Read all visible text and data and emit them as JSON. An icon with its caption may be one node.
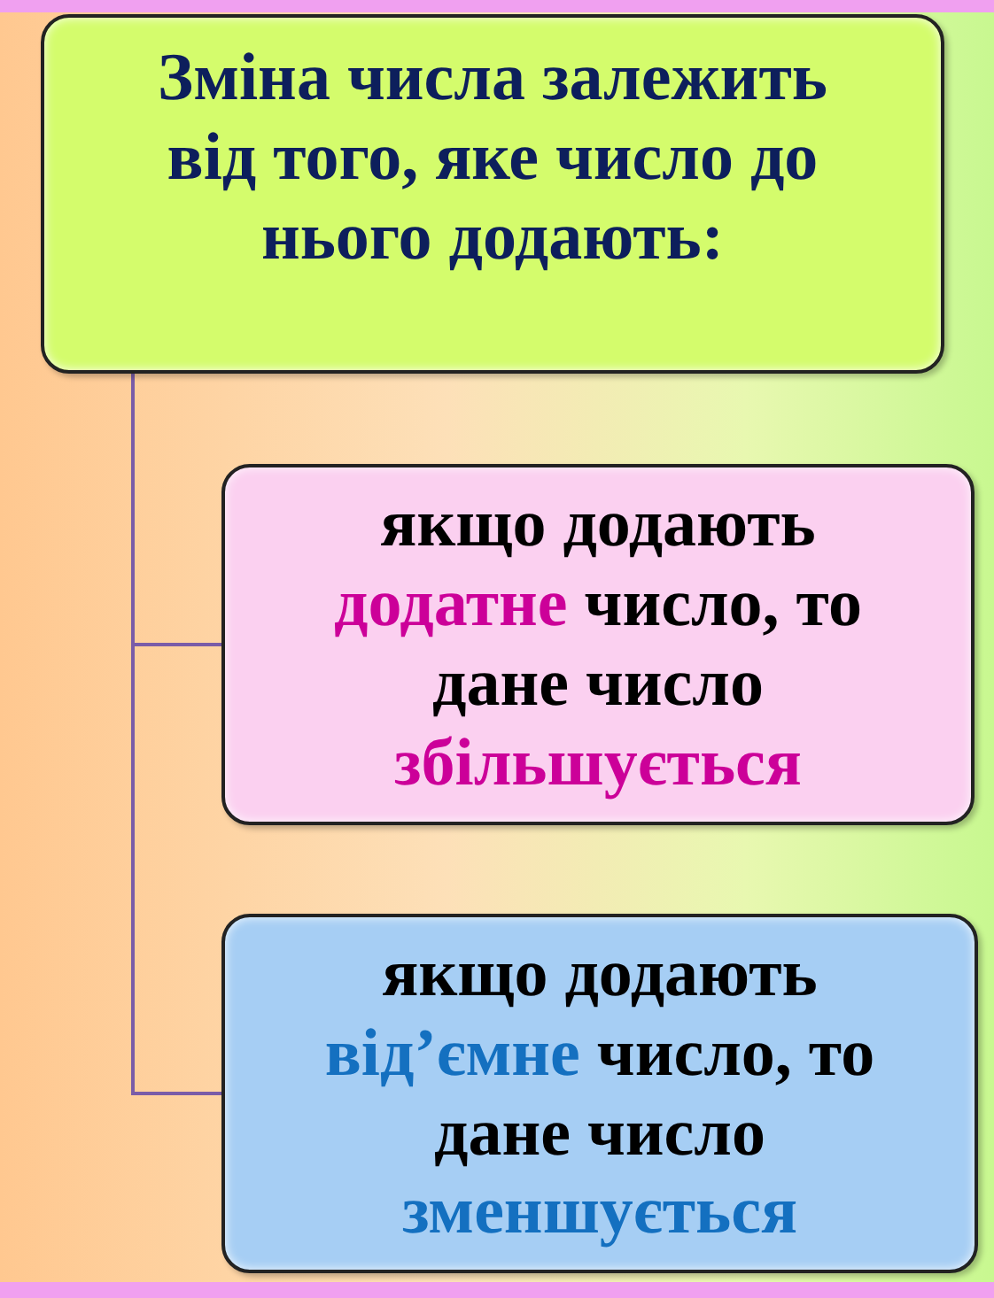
{
  "diagram": {
    "nodes": [
      {
        "text": [
          "Зміна числа залежить від того, яке число до нього додають:"
        ]
      },
      {
        "text": [
          "якщо додають **додатне** число, то дане число **збільшується**"
        ]
      },
      {
        "text": [
          "якщо додають **від’ємне** число, то дане число **зменшується**"
        ]
      }
    ],
    "edges": [
      {
        "from": 0,
        "to": 1,
        "arrow": "none"
      },
      {
        "from": 0,
        "to": 2,
        "arrow": "none"
      }
    ]
  }
}
